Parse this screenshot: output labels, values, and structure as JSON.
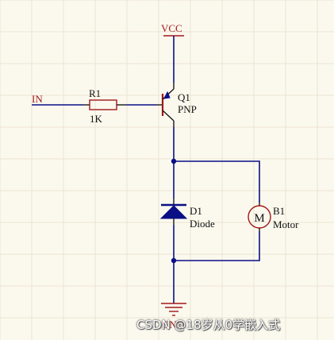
{
  "nets": {
    "vcc": "VCC",
    "input": "IN",
    "ground": "GND"
  },
  "components": {
    "resistor": {
      "ref": "R1",
      "value": "1K"
    },
    "transistor": {
      "ref": "Q1",
      "value": "PNP"
    },
    "diode": {
      "ref": "D1",
      "value": "Diode"
    },
    "motor": {
      "ref": "B1",
      "value": "Motor",
      "symbol": "M"
    }
  },
  "watermark": "CSDN @18岁从0学嵌入式",
  "colors": {
    "wire": "#0b0f86",
    "component": "#a11818",
    "net_label": "#a11818",
    "text": "#111111",
    "background": "#fbf9ee"
  }
}
